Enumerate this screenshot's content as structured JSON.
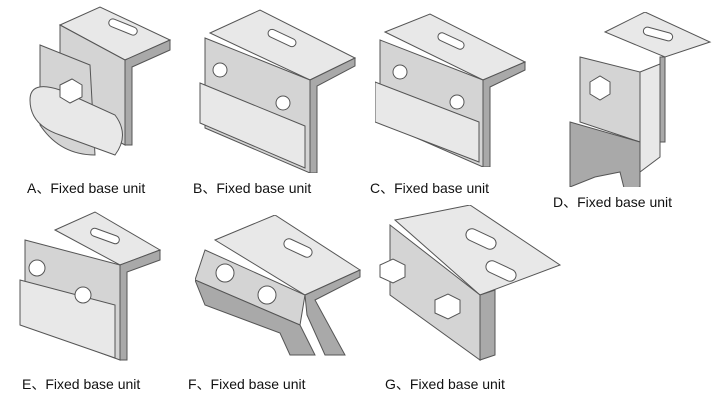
{
  "items": [
    {
      "id": "A",
      "label": "A、Fixed base unit"
    },
    {
      "id": "B",
      "label": "B、Fixed base unit"
    },
    {
      "id": "C",
      "label": "C、Fixed base unit"
    },
    {
      "id": "D",
      "label": "D、Fixed base unit"
    },
    {
      "id": "E",
      "label": "E、Fixed base unit"
    },
    {
      "id": "F",
      "label": "F、Fixed base unit"
    },
    {
      "id": "G",
      "label": "G、Fixed base unit"
    }
  ]
}
